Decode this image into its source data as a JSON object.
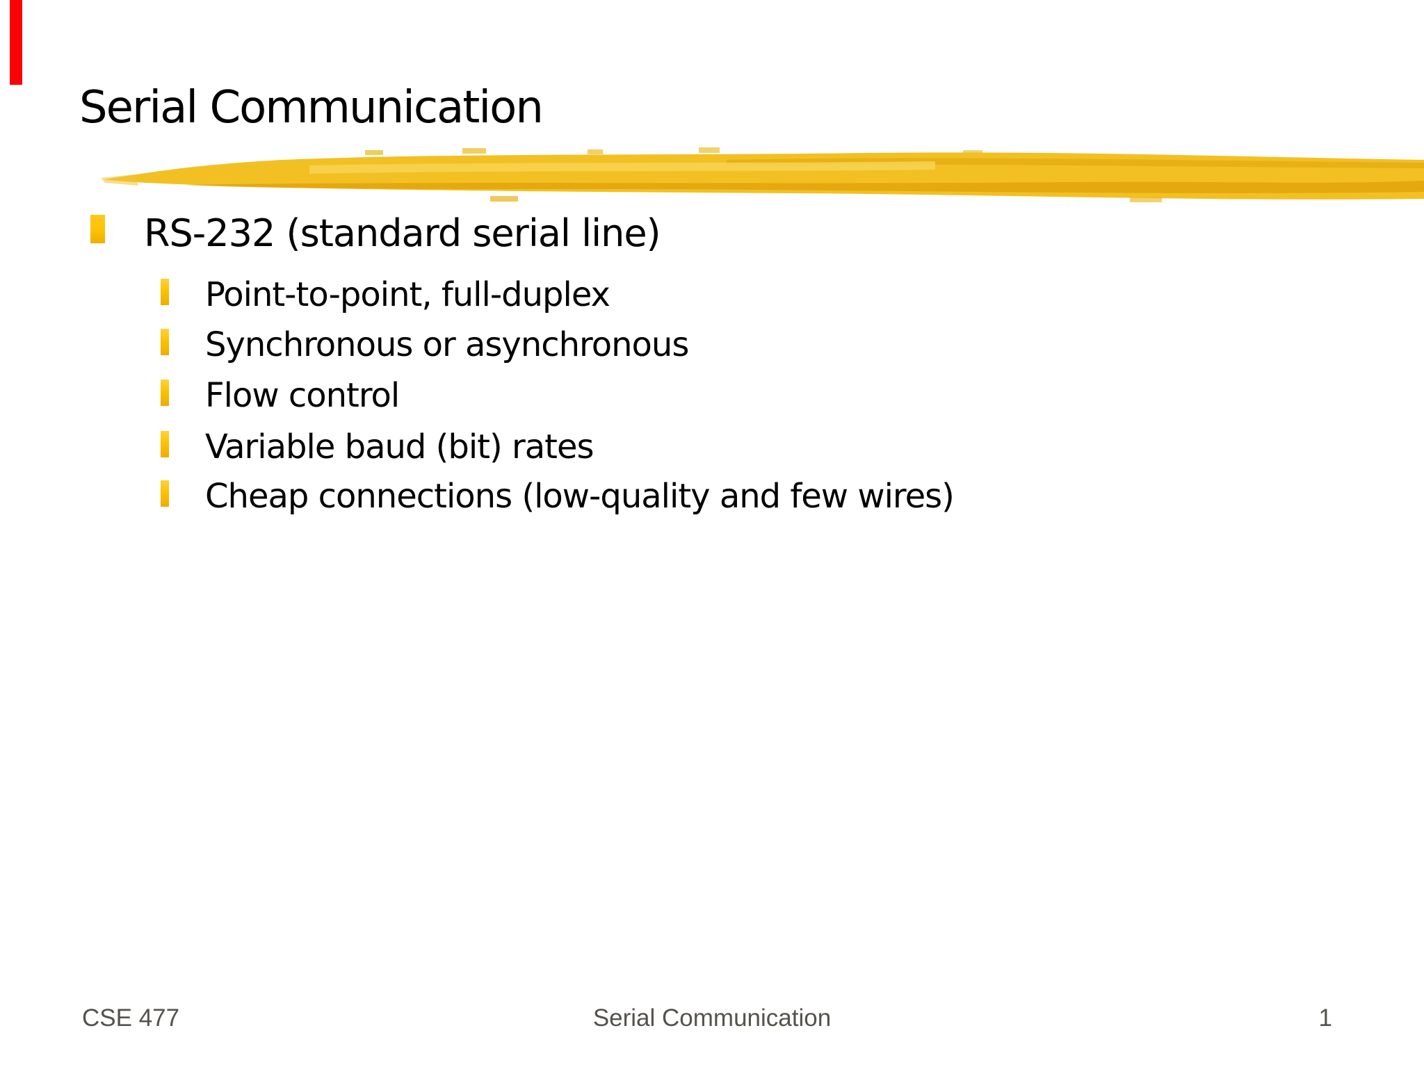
{
  "slide": {
    "title": "Serial Communication",
    "bullets": [
      {
        "level": 1,
        "text": "RS-232 (standard serial line)"
      },
      {
        "level": 2,
        "text": "Point-to-point, full-duplex"
      },
      {
        "level": 2,
        "text": "Synchronous or asynchronous"
      },
      {
        "level": 2,
        "text": "Flow control"
      },
      {
        "level": 2,
        "text": "Variable baud (bit) rates"
      },
      {
        "level": 2,
        "text": "Cheap connections (low-quality and few wires)"
      }
    ],
    "footer": {
      "left": "CSE 477",
      "center": "Serial Communication",
      "page": "1"
    },
    "decorations": {
      "accent_bar_icon": "red-dash",
      "title_underline_icon": "yellow-brush-stroke",
      "bullet_icon": "gold-dash"
    },
    "colors": {
      "accent_red": "#fb0207",
      "bullet_gold": "#fcc203",
      "brush_yellow": "#f2be1b",
      "brush_dark_amber": "#e0a008",
      "brush_highlight": "#f7d456",
      "footer_text": "#54524c",
      "body_text": "#000000",
      "background": "#ffffff"
    }
  }
}
